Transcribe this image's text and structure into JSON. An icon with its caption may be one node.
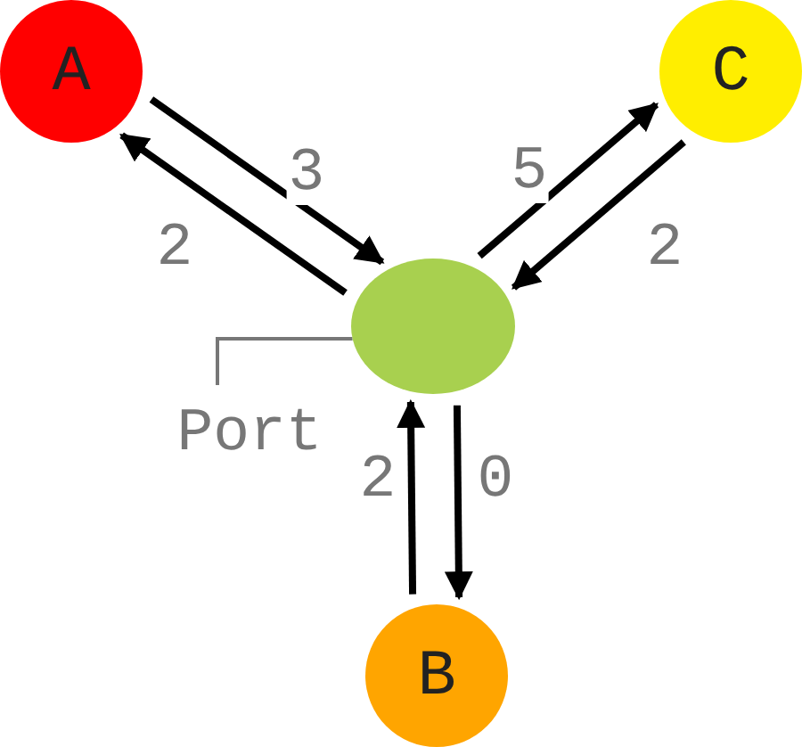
{
  "diagram": {
    "nodes": [
      {
        "text": [
          "A"
        ]
      },
      {
        "text": [
          "C"
        ]
      },
      {
        "text": [],
        "shape": "circle"
      },
      {
        "text": [
          "Port"
        ]
      },
      {
        "text": [
          "B"
        ]
      }
    ],
    "edges": [
      {
        "from": 2,
        "to": 0,
        "arrow": "to",
        "label": "2"
      },
      {
        "from": 0,
        "to": 2,
        "arrow": "to",
        "label": "3"
      },
      {
        "from": 2,
        "to": 1,
        "arrow": "to",
        "label": "5"
      },
      {
        "from": 1,
        "to": 2,
        "arrow": "to",
        "label": "2"
      },
      {
        "from": 4,
        "to": 2,
        "arrow": "to",
        "label": "2"
      },
      {
        "from": 2,
        "to": 4,
        "arrow": "to",
        "label": "0"
      },
      {
        "from": 3,
        "to": 2,
        "arrow": "none",
        "color": "#777777"
      }
    ]
  }
}
